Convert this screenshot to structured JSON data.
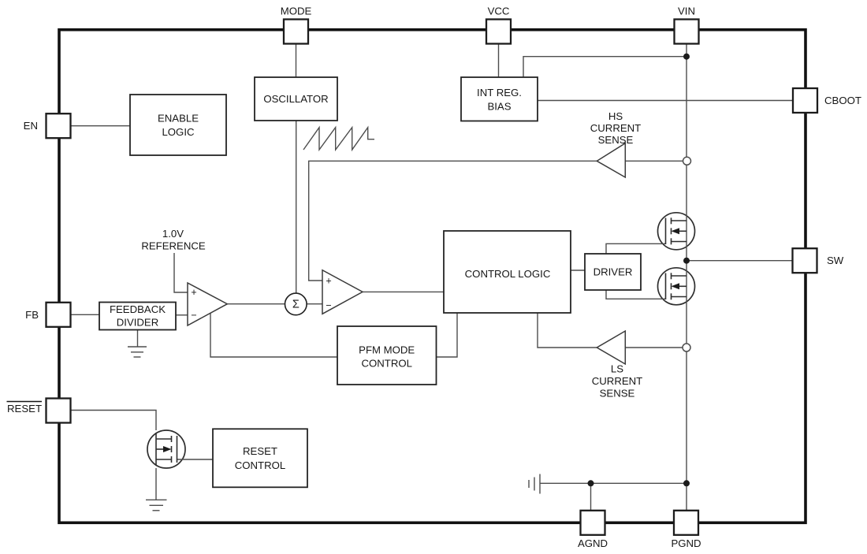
{
  "diagram": {
    "pins": {
      "mode": "MODE",
      "vcc": "VCC",
      "vin": "VIN",
      "cboot": "CBOOT",
      "sw": "SW",
      "en": "EN",
      "fb": "FB",
      "reset": "RESET",
      "agnd": "AGND",
      "pgnd": "PGND"
    },
    "blocks": {
      "enable_logic": {
        "line1": "ENABLE",
        "line2": "LOGIC"
      },
      "oscillator": {
        "line1": "OSCILLATOR"
      },
      "int_reg_bias": {
        "line1": "INT REG.",
        "line2": "BIAS"
      },
      "control_logic": {
        "line1": "CONTROL LOGIC"
      },
      "driver": {
        "line1": "DRIVER"
      },
      "feedback_divider": {
        "line1": "FEEDBACK",
        "line2": "DIVIDER"
      },
      "pfm_mode_control": {
        "line1": "PFM MODE",
        "line2": "CONTROL"
      },
      "reset_control": {
        "line1": "RESET",
        "line2": "CONTROL"
      }
    },
    "annotations": {
      "reference": {
        "line1": "1.0V",
        "line2": "REFERENCE"
      },
      "hs_sense": {
        "line1": "HS",
        "line2": "CURRENT",
        "line3": "SENSE"
      },
      "ls_sense": {
        "line1": "LS",
        "line2": "CURRENT",
        "line3": "SENSE"
      }
    },
    "symbols": {
      "sigma": "Σ",
      "plus": "+",
      "minus": "−"
    },
    "colors": {
      "stroke": "#1c1c1c",
      "wire": "#4d4d4d",
      "background": "#ffffff"
    }
  }
}
